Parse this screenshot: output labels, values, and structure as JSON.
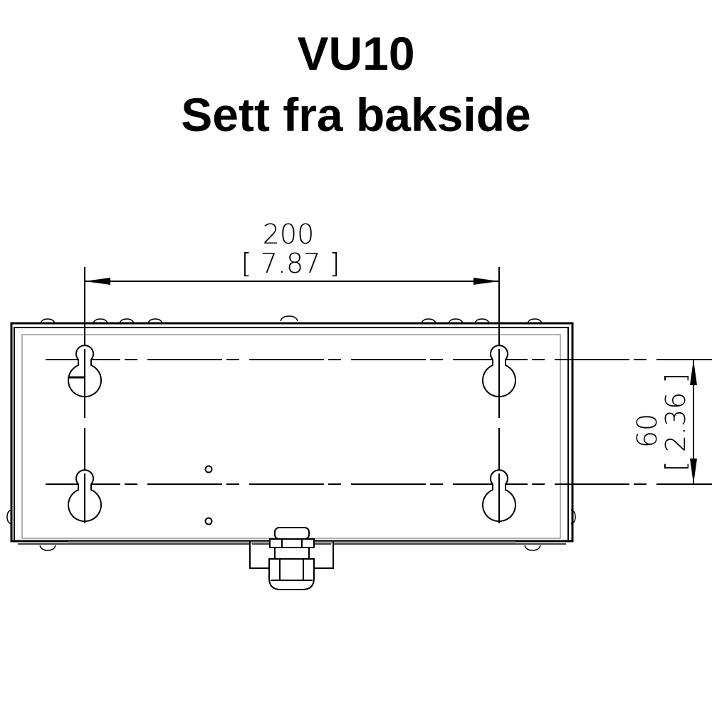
{
  "title": "VU10",
  "subtitle": "Sett fra bakside",
  "dimensions": {
    "horizontal": {
      "mm": "200",
      "inch": "[ 7.87 ]"
    },
    "vertical": {
      "mm": "60",
      "inch": "[ 2.36 ]"
    }
  }
}
